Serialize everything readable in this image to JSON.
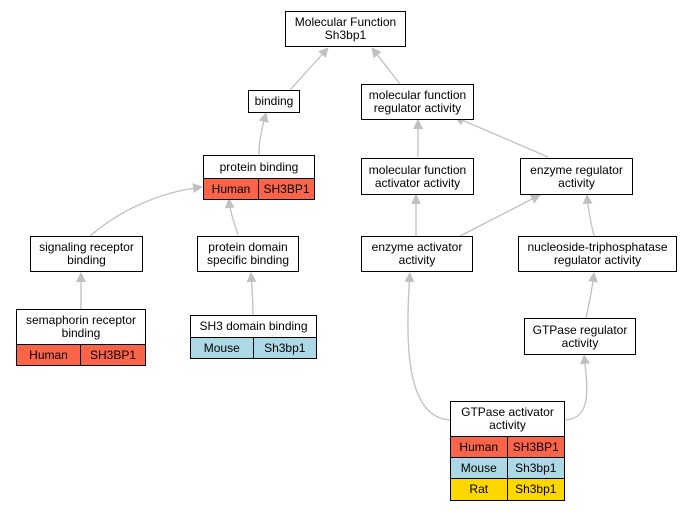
{
  "colors": {
    "edge": "#c0c0c0",
    "human": "#fa6448",
    "mouse": "#add8e6",
    "rat": "#ffd700"
  },
  "nodes": {
    "molecular_function": {
      "line1": "Molecular Function",
      "line2": "Sh3bp1"
    },
    "binding": {
      "line1": "binding"
    },
    "mf_regulator_activity": {
      "line1": "molecular function",
      "line2": "regulator activity"
    },
    "protein_binding": {
      "line1": "protein binding"
    },
    "mf_activator_activity": {
      "line1": "molecular function",
      "line2": "activator activity"
    },
    "enzyme_regulator_activity": {
      "line1": "enzyme regulator",
      "line2": "activity"
    },
    "signaling_receptor_binding": {
      "line1": "signaling receptor",
      "line2": "binding"
    },
    "protein_domain_specific_binding": {
      "line1": "protein domain",
      "line2": "specific binding"
    },
    "enzyme_activator_activity": {
      "line1": "enzyme activator",
      "line2": "activity"
    },
    "ntpase_regulator_activity": {
      "line1": "nucleoside-triphosphatase",
      "line2": "regulator activity"
    },
    "semaphorin_receptor_binding": {
      "line1": "semaphorin receptor",
      "line2": "binding"
    },
    "sh3_domain_binding": {
      "line1": "SH3 domain binding"
    },
    "gtpase_regulator_activity": {
      "line1": "GTPase regulator",
      "line2": "activity"
    },
    "gtpase_activator_activity": {
      "line1": "GTPase activator",
      "line2": "activity"
    }
  },
  "annotations": {
    "protein_binding": [
      {
        "species": "Human",
        "gene": "SH3BP1"
      }
    ],
    "semaphorin_receptor_binding": [
      {
        "species": "Human",
        "gene": "SH3BP1"
      }
    ],
    "sh3_domain_binding": [
      {
        "species": "Mouse",
        "gene": "Sh3bp1"
      }
    ],
    "gtpase_activator_activity": [
      {
        "species": "Human",
        "gene": "SH3BP1"
      },
      {
        "species": "Mouse",
        "gene": "Sh3bp1"
      },
      {
        "species": "Rat",
        "gene": "Sh3bp1"
      }
    ]
  }
}
